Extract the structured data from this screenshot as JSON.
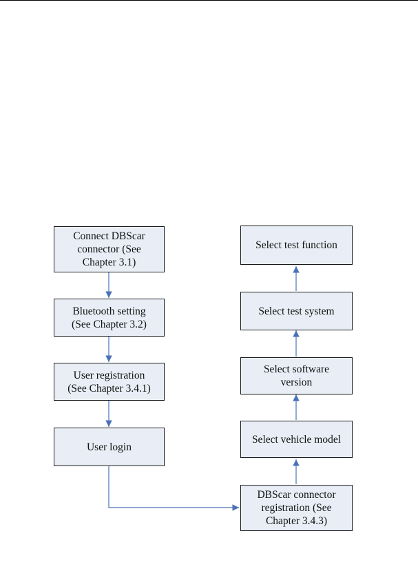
{
  "diagram": {
    "left_column": [
      {
        "id": "connect",
        "lines": [
          "Connect DBScar",
          "connector (See",
          "Chapter 3.1)"
        ]
      },
      {
        "id": "bluetooth",
        "lines": [
          "Bluetooth setting",
          "(See Chapter 3.2)"
        ]
      },
      {
        "id": "registration",
        "lines": [
          "User registration",
          "(See Chapter 3.4.1)"
        ]
      },
      {
        "id": "login",
        "lines": [
          "User login"
        ]
      }
    ],
    "right_column": [
      {
        "id": "test-function",
        "lines": [
          "Select test function"
        ]
      },
      {
        "id": "test-system",
        "lines": [
          "Select test system"
        ]
      },
      {
        "id": "software-version",
        "lines": [
          "Select software",
          "version"
        ]
      },
      {
        "id": "vehicle-model",
        "lines": [
          "Select vehicle model"
        ]
      },
      {
        "id": "connector-registration",
        "lines": [
          "DBScar connector",
          "registration (See",
          "Chapter 3.4.3)"
        ]
      }
    ],
    "colors": {
      "arrow": "#4a72b8",
      "box_fill": "#e9eef6",
      "box_border": "#1a1a1a"
    }
  }
}
